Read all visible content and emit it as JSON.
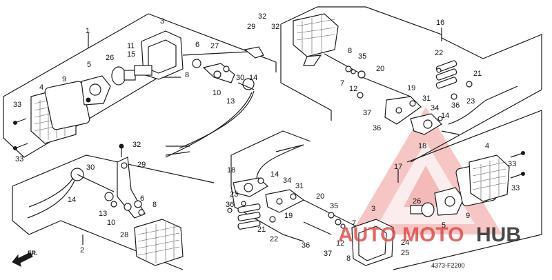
{
  "callouts": [
    "1",
    "2",
    "3",
    "4",
    "5",
    "6",
    "7",
    "8",
    "9",
    "10",
    "11",
    "12",
    "13",
    "14",
    "15",
    "16",
    "17",
    "18",
    "19",
    "20",
    "21",
    "22",
    "23",
    "24",
    "25",
    "26",
    "27",
    "28",
    "29",
    "30",
    "31",
    "32",
    "33",
    "34",
    "35",
    "36",
    "37"
  ],
  "front_arrow": "FR.",
  "drawing_ref": "4373-F2200",
  "watermark": {
    "brand_a": "AUTO",
    "brand_b": "MOTO",
    "brand_c": "HUB",
    "color_red": "#e0423f",
    "color_dark": "#2b2b2b"
  }
}
